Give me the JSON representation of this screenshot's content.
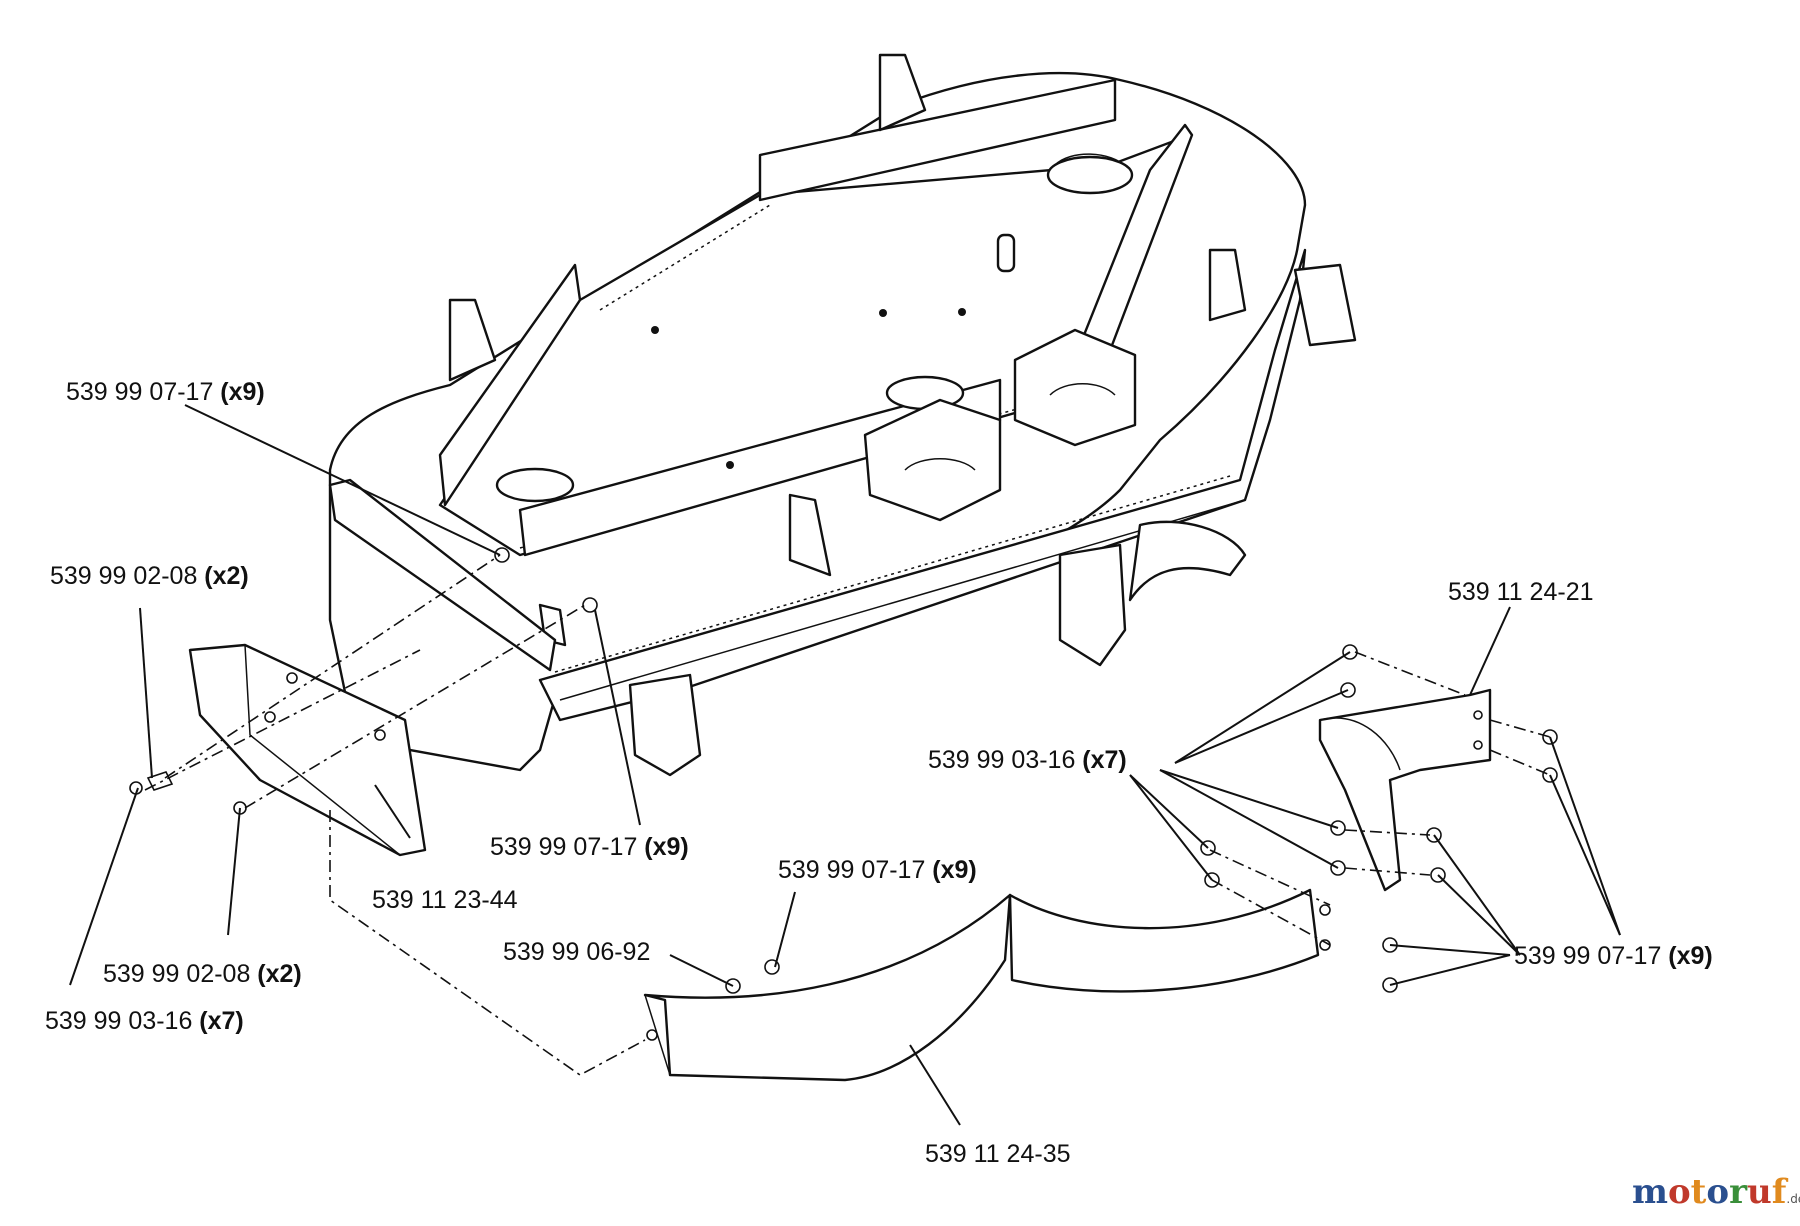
{
  "labels": [
    {
      "id": "top-left-bolt",
      "part": "539  99 07-17 ",
      "qty": "(x9)"
    },
    {
      "id": "left-bolt-upper",
      "part": "539  99 02-08 ",
      "qty": "(x2)"
    },
    {
      "id": "shield-left",
      "part": "539 11 23-44",
      "qty": ""
    },
    {
      "id": "center-bolt",
      "part": "539  99 07-17 ",
      "qty": "(x9)"
    },
    {
      "id": "left-bolt-lower",
      "part": "539  99 02-08 ",
      "qty": "(x2)"
    },
    {
      "id": "left-carriage-bolt",
      "part": "539 99  03-16 ",
      "qty": "(x7)"
    },
    {
      "id": "baffle-nut",
      "part": "539  99 07-17 ",
      "qty": "(x9)"
    },
    {
      "id": "washer",
      "part": "539 99 06-92",
      "qty": ""
    },
    {
      "id": "baffle",
      "part": "539 11 24-35",
      "qty": ""
    },
    {
      "id": "right-bracket",
      "part": "539 11 24-21",
      "qty": ""
    },
    {
      "id": "right-carriage-bolt",
      "part": "539 99  03-16 ",
      "qty": "(x7)"
    },
    {
      "id": "right-nut",
      "part": "539  99 07-17 ",
      "qty": "(x9)"
    }
  ],
  "watermark": {
    "letters": [
      {
        "ch": "m",
        "color": "#2a4f8f"
      },
      {
        "ch": "o",
        "color": "#c0392b"
      },
      {
        "ch": "t",
        "color": "#e08a1e"
      },
      {
        "ch": "o",
        "color": "#2a4f8f"
      },
      {
        "ch": "r",
        "color": "#3a8f3a"
      },
      {
        "ch": "u",
        "color": "#c0392b"
      },
      {
        "ch": "f",
        "color": "#e08a1e"
      }
    ],
    "suffix": ".de"
  }
}
